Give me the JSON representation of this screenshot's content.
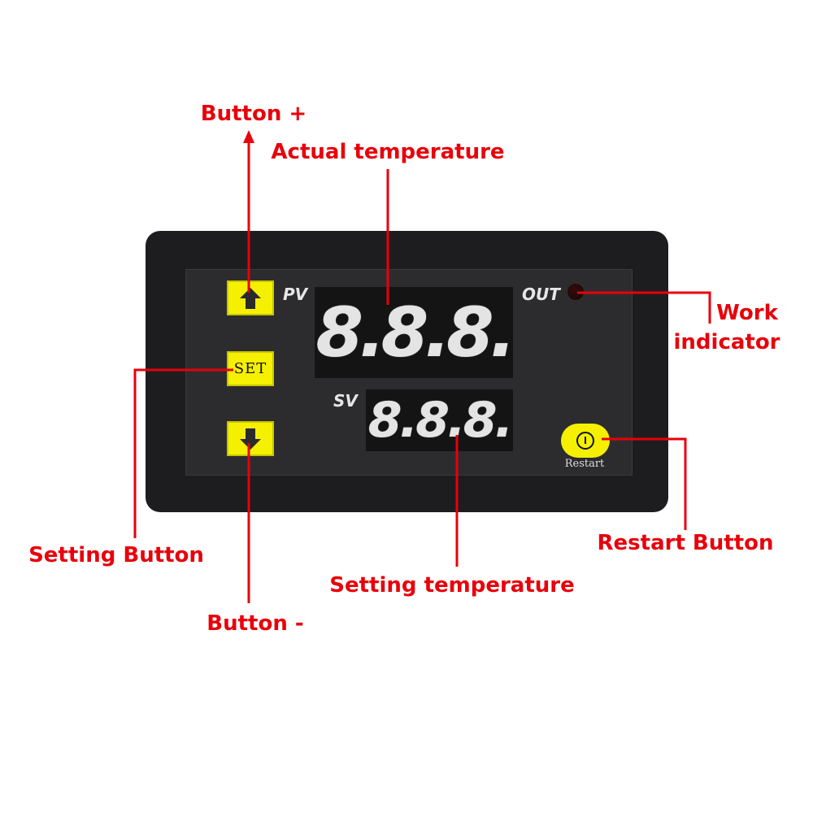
{
  "device": {
    "pv_label": "PV",
    "sv_label": "SV",
    "out_label": "OUT",
    "set_label": "SET",
    "restart_label": "Restart",
    "pv_display": "8.8.8.",
    "sv_display": "8.8.8.",
    "button_color": "#f5f000",
    "segment_color": "#e4e4e4"
  },
  "callouts": {
    "button_plus": "Button +",
    "actual_temperature": "Actual temperature",
    "work_indicator_line1": "Work",
    "work_indicator_line2": "indicator",
    "setting_button": "Setting Button",
    "restart_button": "Restart Button",
    "setting_temperature": "Setting temperature",
    "button_minus": "Button -",
    "color": "#e8000b"
  }
}
